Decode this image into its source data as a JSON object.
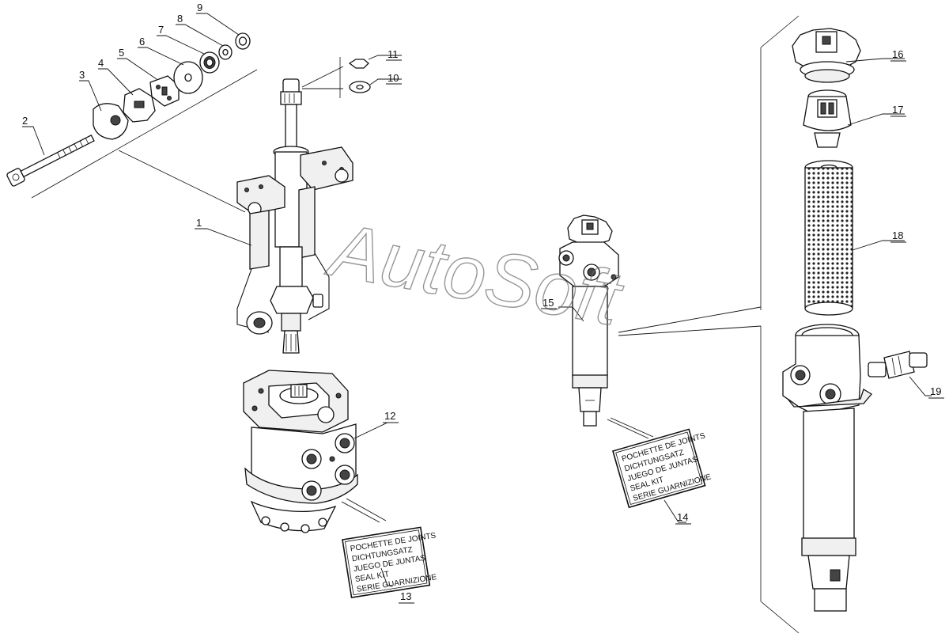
{
  "watermark": "AutoSoft",
  "callouts": {
    "c1": "1",
    "c2": "2",
    "c3": "3",
    "c4": "4",
    "c5": "5",
    "c6": "6",
    "c7": "7",
    "c8": "8",
    "c9": "9",
    "c10": "10",
    "c11": "11",
    "c12": "12",
    "c13": "13",
    "c14": "14",
    "c15": "15",
    "c16": "16",
    "c17": "17",
    "c18": "18",
    "c19": "19"
  },
  "seal_kit_labels": [
    "POCHETTE DE JOINTS",
    "DICHTUNGSATZ",
    "JUEGO DE JUNTAS",
    "SEAL KIT",
    "SERIE GUARNIZIONE"
  ]
}
